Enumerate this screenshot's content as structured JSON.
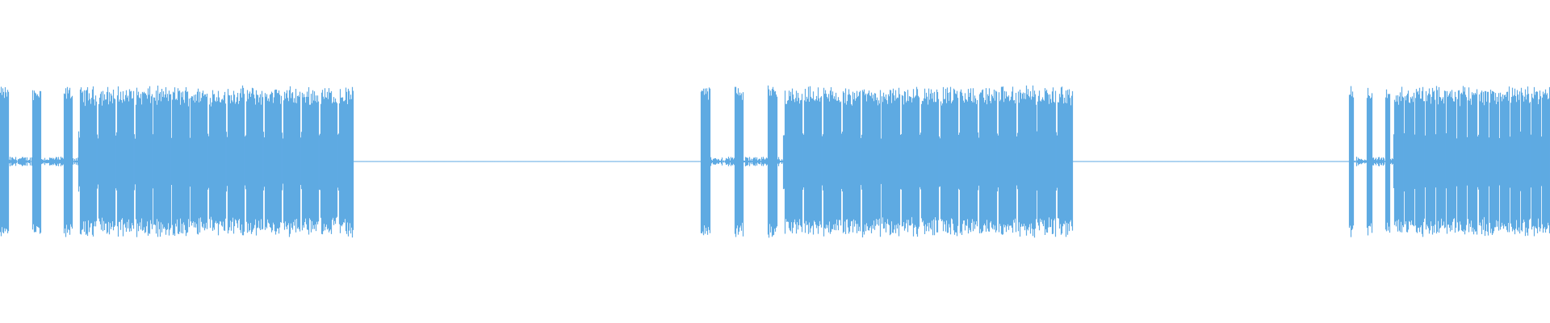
{
  "waveform": {
    "color": "#5FAAE3",
    "background": "#FFFFFF",
    "bursts": [
      {
        "start": 0.0,
        "end": 0.228,
        "pattern": "pulses-then-dense"
      },
      {
        "start": 0.452,
        "end": 0.692,
        "pattern": "pulses-then-dense"
      },
      {
        "start": 0.87,
        "end": 1.0,
        "pattern": "pulses-then-dense"
      }
    ],
    "silence_level": 0.005
  }
}
